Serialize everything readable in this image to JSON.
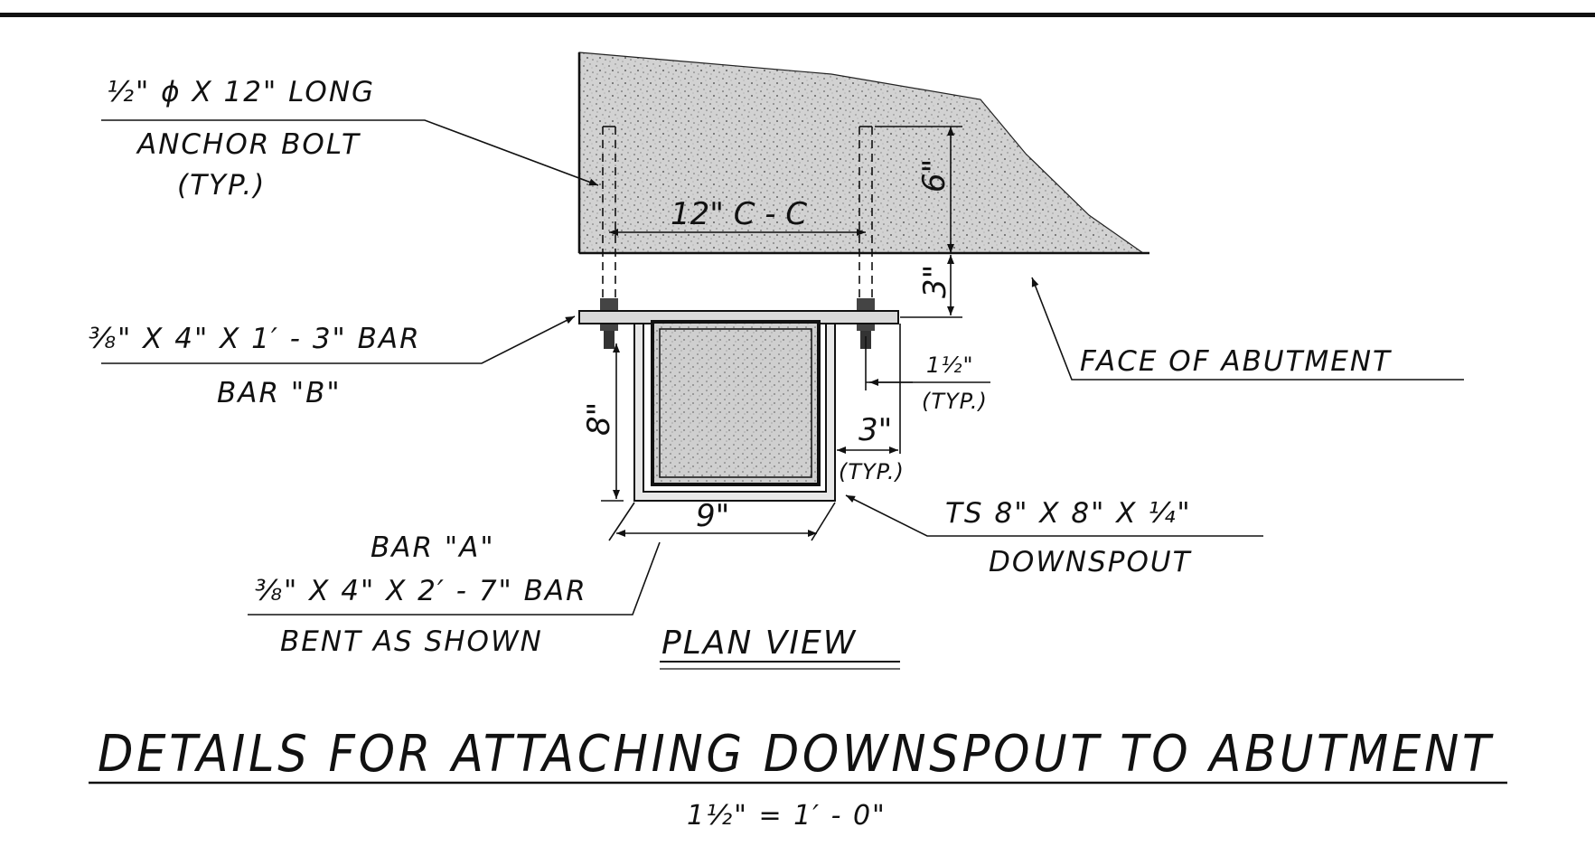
{
  "drawing": {
    "title": "DETAILS FOR ATTACHING DOWNSPOUT TO ABUTMENT",
    "scale": "1½\" = 1′ - 0\"",
    "view_label": "PLAN VIEW",
    "anchor_bolt": {
      "line1": "½\" ϕ X 12\" LONG",
      "line2": "ANCHOR BOLT",
      "line3": "(TYP.)"
    },
    "bar_b": {
      "line1": "⅜\" X 4\" X 1′ - 3\" BAR",
      "line2": "BAR \"B\""
    },
    "bar_a": {
      "line1": "BAR \"A\"",
      "line2": "⅜\" X 4\" X 2′ - 7\" BAR",
      "line3": "BENT AS SHOWN"
    },
    "face_of_abutment": "FACE OF ABUTMENT",
    "downspout": {
      "line1": "TS 8\" X 8\" X ¼\"",
      "line2": "DOWNSPOUT"
    },
    "dims": {
      "bolt_spacing": "12\" C - C",
      "embed": "6\"",
      "gap": "3\"",
      "height": "8\"",
      "width": "9\"",
      "edge_offset": "1½\"",
      "edge_typ": "(TYP.)",
      "side_offset": "3\"",
      "side_typ": "(TYP.)"
    }
  }
}
